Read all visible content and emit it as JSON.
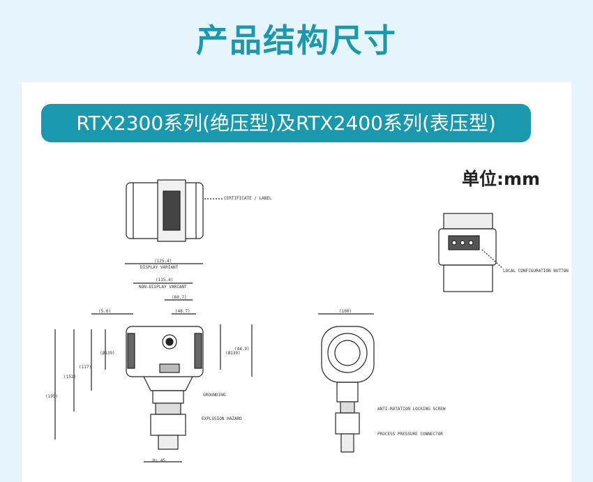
{
  "page": {
    "title": "产品结构尺寸",
    "series_title": "RTX2300系列(绝压型)及RTX2400系列(表压型)",
    "unit_label": "单位:mm"
  },
  "drawing": {
    "callouts": [
      "DISPLAY VARIANT",
      "NON-DISPLAY VARIANT",
      "GROUNDING",
      "EXPLOSION HAZARD",
      "ANTI-ROTATION LOCKING SCREW",
      "PROCESS PRESSURE CONNECTOR",
      "LOCAL CONFIGURATION BUTTON"
    ],
    "dims": [
      "(125.4)",
      "(115.4)",
      "(60.7)",
      "(48.7)",
      "(5.6)",
      "(Ø139)",
      "(Ø139)",
      "(44.9)",
      "(117)",
      "(152)",
      "(195)",
      "(100)",
      "H↑ 45"
    ]
  }
}
